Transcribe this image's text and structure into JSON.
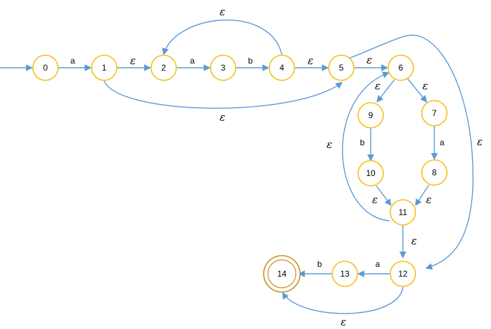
{
  "states": [
    {
      "id": "s0",
      "label": "0"
    },
    {
      "id": "s1",
      "label": "1"
    },
    {
      "id": "s2",
      "label": "2"
    },
    {
      "id": "s3",
      "label": "3"
    },
    {
      "id": "s4",
      "label": "4"
    },
    {
      "id": "s5",
      "label": "5"
    },
    {
      "id": "s6",
      "label": "6"
    },
    {
      "id": "s7",
      "label": "7"
    },
    {
      "id": "s8",
      "label": "8"
    },
    {
      "id": "s9",
      "label": "9"
    },
    {
      "id": "s10",
      "label": "10"
    },
    {
      "id": "s11",
      "label": "11"
    },
    {
      "id": "s12",
      "label": "12"
    },
    {
      "id": "s13",
      "label": "13"
    },
    {
      "id": "s14",
      "label": "14",
      "accepting": true
    }
  ],
  "start_state": "0",
  "transitions": [
    {
      "from": "0",
      "to": "1",
      "label": "a"
    },
    {
      "from": "1",
      "to": "2",
      "label": "ε"
    },
    {
      "from": "2",
      "to": "3",
      "label": "a"
    },
    {
      "from": "3",
      "to": "4",
      "label": "b"
    },
    {
      "from": "4",
      "to": "5",
      "label": "ε"
    },
    {
      "from": "4",
      "to": "2",
      "label": "ε"
    },
    {
      "from": "1",
      "to": "5",
      "label": "ε"
    },
    {
      "from": "5",
      "to": "6",
      "label": "ε"
    },
    {
      "from": "5",
      "to": "12",
      "label": "ε"
    },
    {
      "from": "6",
      "to": "9",
      "label": "ε"
    },
    {
      "from": "6",
      "to": "7",
      "label": "ε"
    },
    {
      "from": "9",
      "to": "10",
      "label": "b"
    },
    {
      "from": "7",
      "to": "8",
      "label": "a"
    },
    {
      "from": "10",
      "to": "11",
      "label": "ε"
    },
    {
      "from": "8",
      "to": "11",
      "label": "ε"
    },
    {
      "from": "11",
      "to": "6",
      "label": "ε"
    },
    {
      "from": "11",
      "to": "12",
      "label": "ε"
    },
    {
      "from": "12",
      "to": "13",
      "label": "a"
    },
    {
      "from": "13",
      "to": "14",
      "label": "b"
    },
    {
      "from": "12",
      "to": "14",
      "label": "ε"
    }
  ],
  "colors": {
    "edge": "#5B9BD5",
    "state_border": "#F5C018",
    "accept_border": "#C5921A"
  }
}
